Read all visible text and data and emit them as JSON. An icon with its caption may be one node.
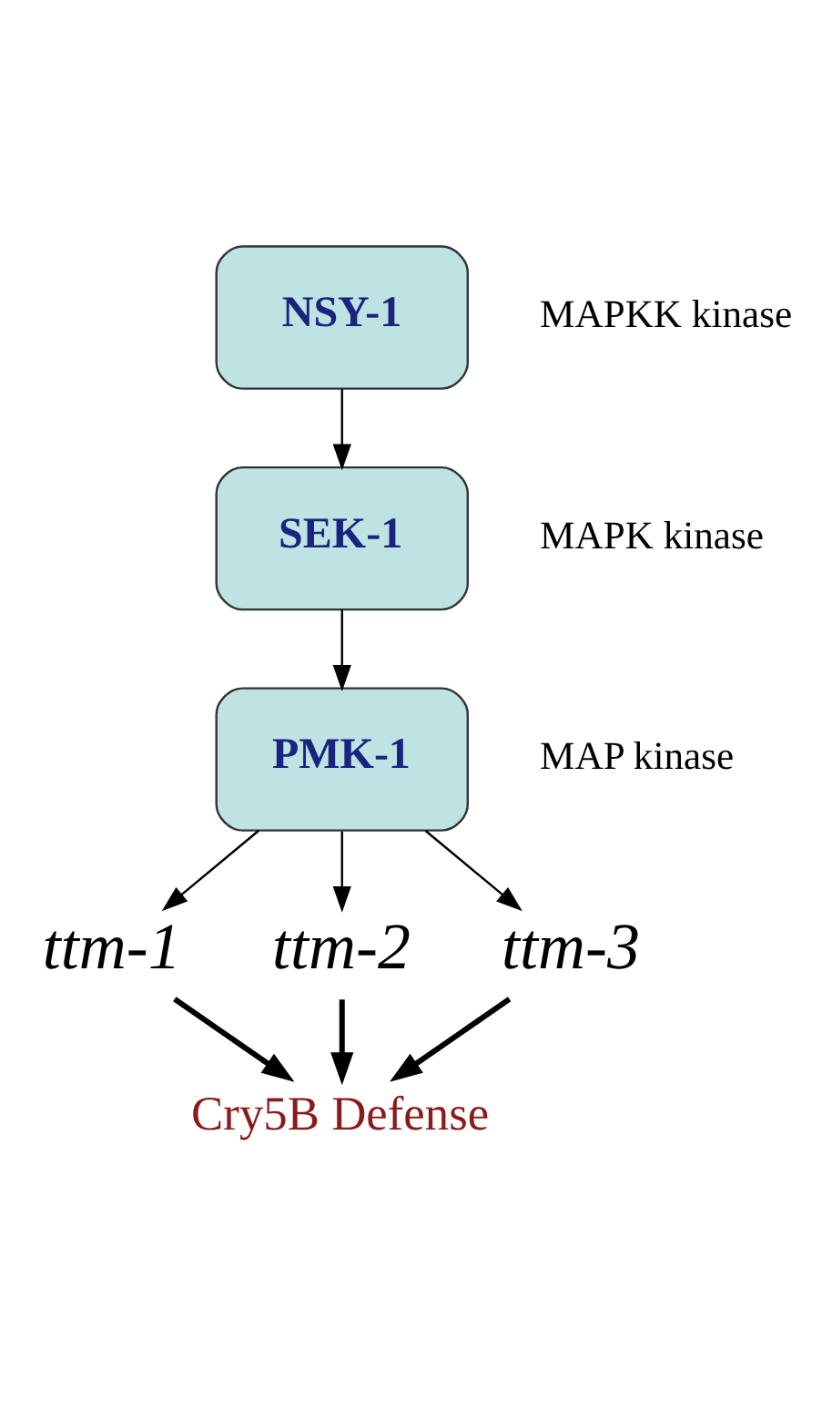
{
  "diagram": {
    "nodes": [
      {
        "text": [
          "NSY-1"
        ],
        "beside": [
          "MAPKK kinase"
        ]
      },
      {
        "text": [
          "SEK-1"
        ],
        "beside": [
          "MAPK kinase"
        ]
      },
      {
        "text": [
          "PMK-1"
        ],
        "beside": [
          "MAP kinase"
        ]
      },
      {
        "text": [
          "ttm-1"
        ]
      },
      {
        "text": [
          "ttm-2"
        ]
      },
      {
        "text": [
          "ttm-3"
        ]
      },
      {
        "text": [
          "Cry5B Defense"
        ]
      }
    ],
    "edges": [
      {
        "from": 0,
        "to": 1,
        "arrow": "to"
      },
      {
        "from": 1,
        "to": 2,
        "arrow": "to"
      },
      {
        "from": 2,
        "to": 3,
        "arrow": "to"
      },
      {
        "from": 2,
        "to": 4,
        "arrow": "to"
      },
      {
        "from": 2,
        "to": 5,
        "arrow": "to"
      },
      {
        "from": 3,
        "to": 6,
        "arrow": "to",
        "style": "thick"
      },
      {
        "from": 4,
        "to": 6,
        "arrow": "to",
        "style": "thick"
      },
      {
        "from": 5,
        "to": 6,
        "arrow": "to",
        "style": "thick"
      }
    ]
  }
}
